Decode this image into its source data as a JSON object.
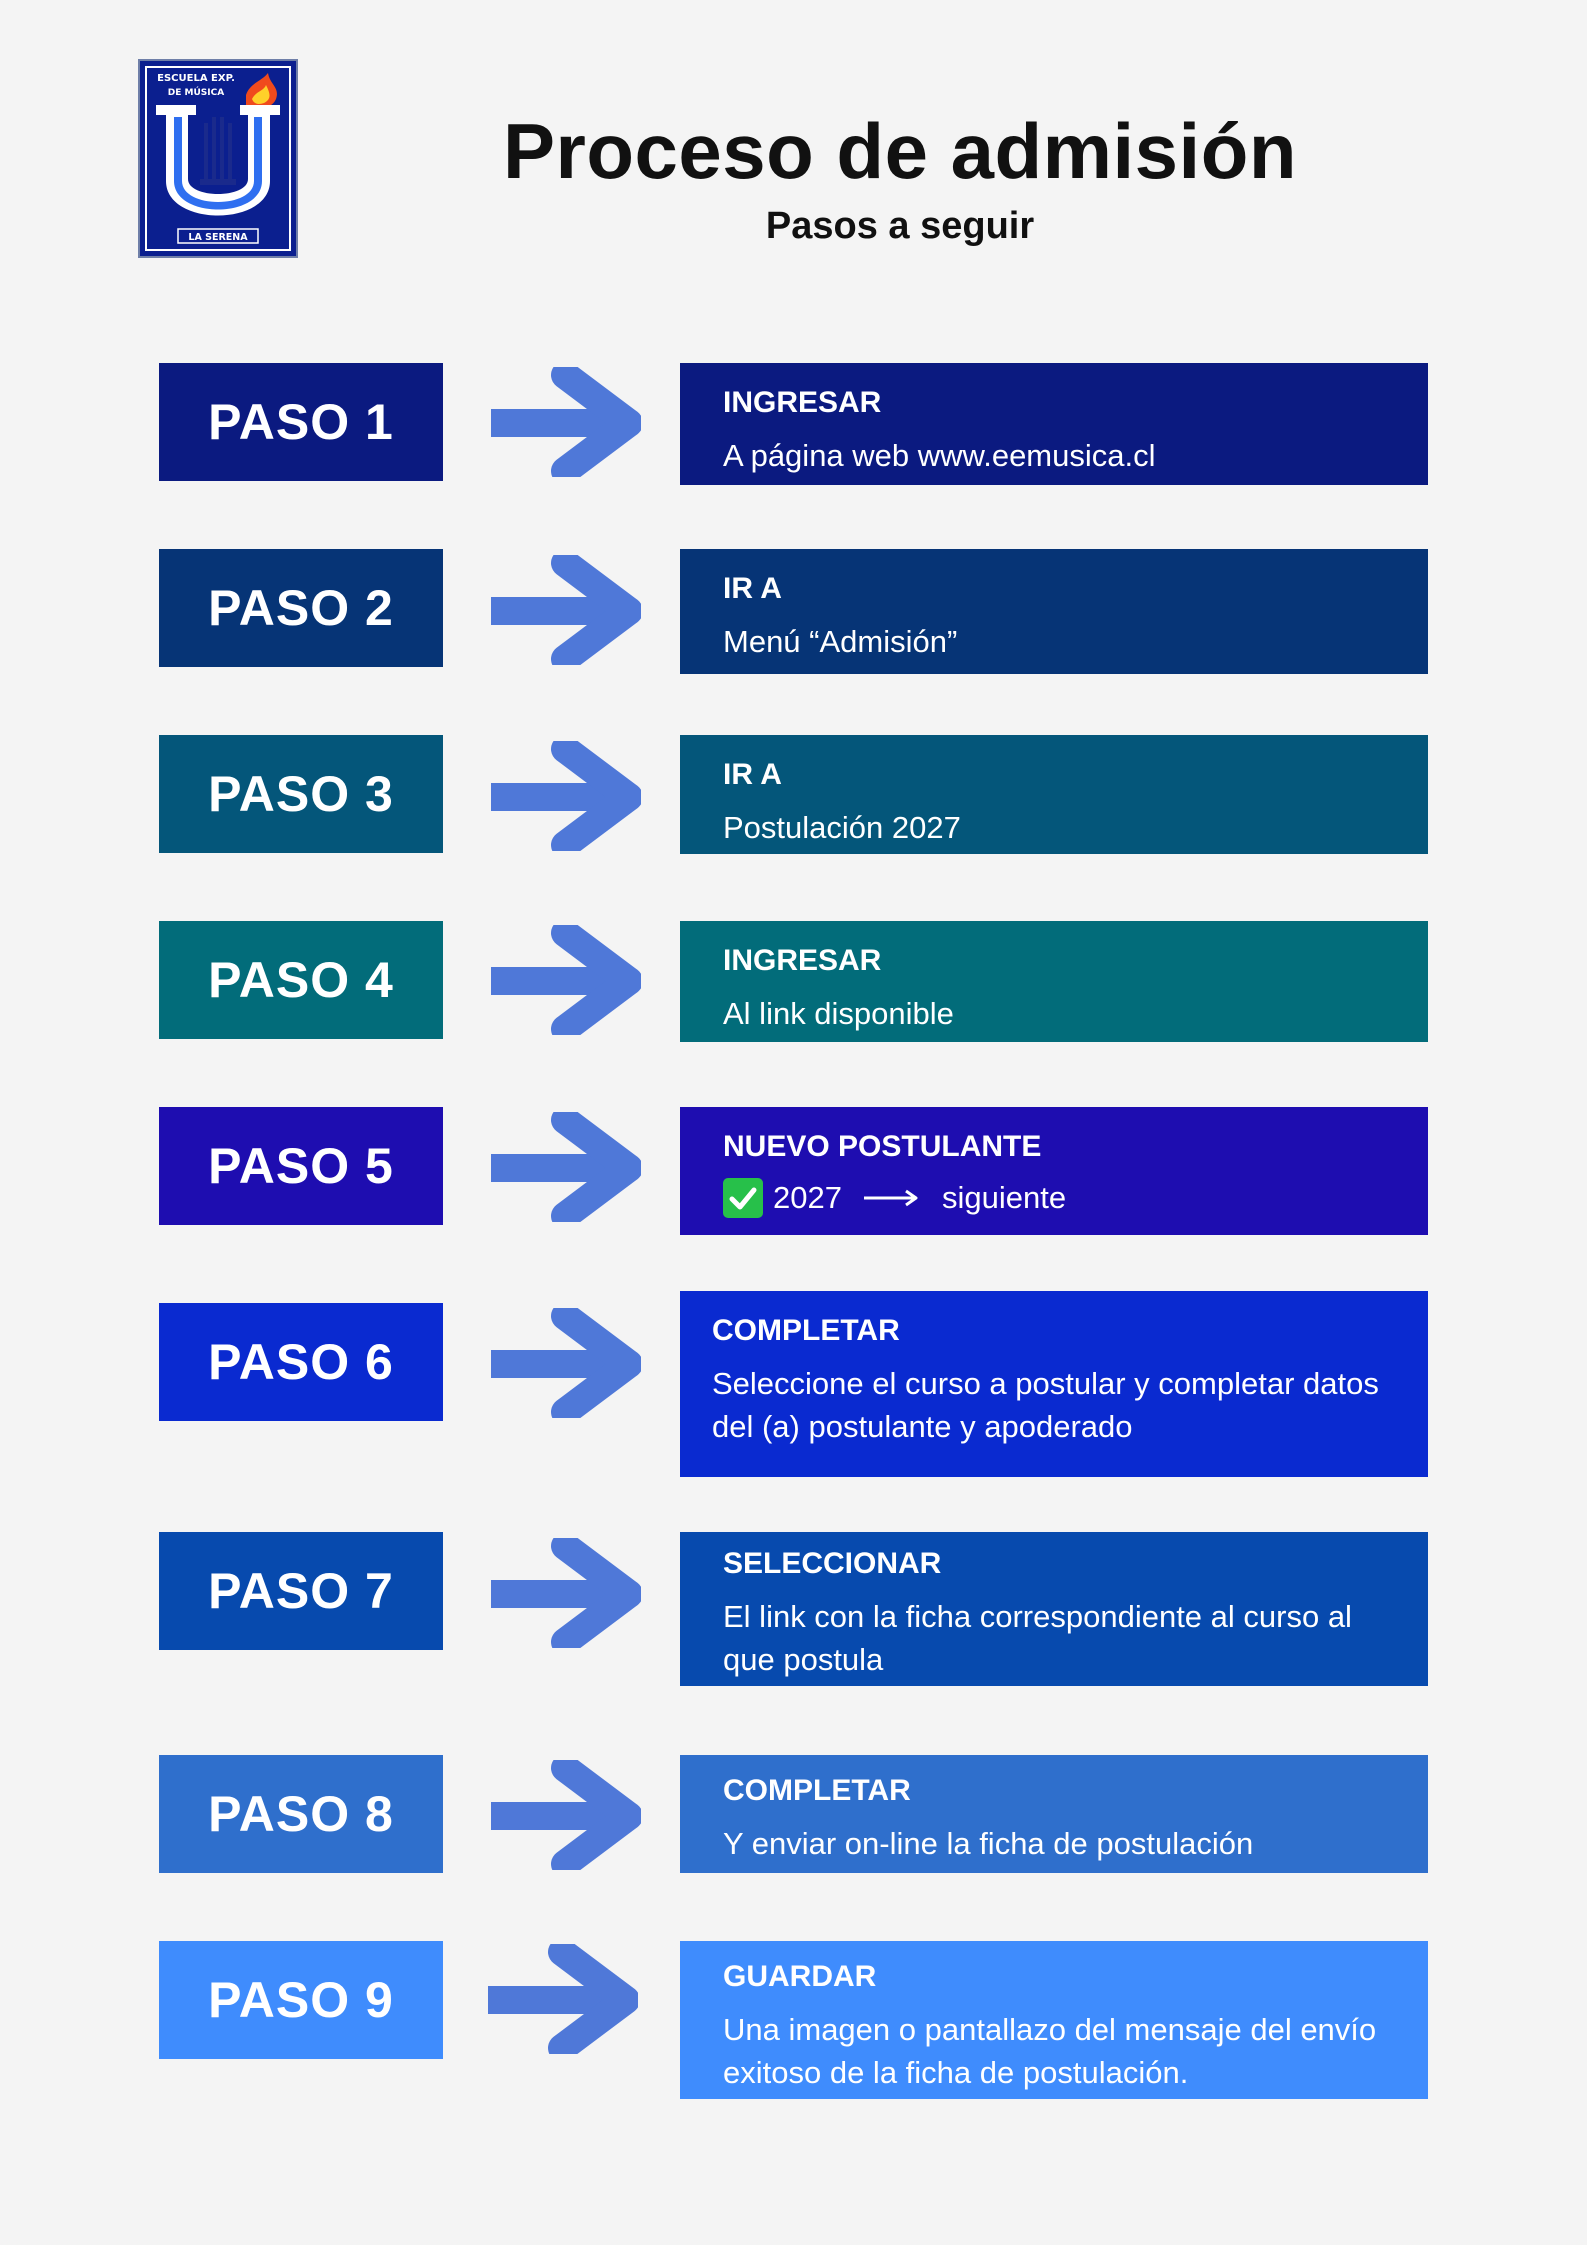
{
  "logo": {
    "top_text": "ESCUELA EXP.",
    "top_text_2": "DE MÚSICA",
    "bottom_text": "LA SERENA",
    "colors": {
      "background": "#0b1f8f",
      "accent": "#2f6ff0",
      "flame": "#f04a1d"
    }
  },
  "header": {
    "title": "Proceso de admisión",
    "subtitle": "Pasos a seguir"
  },
  "steps": [
    {
      "label": "PASO 1",
      "label_color": "#0b1a80",
      "card_color": "#0b1a80",
      "card_title": "INGRESAR",
      "card_text": "A página web www.eemusica.cl"
    },
    {
      "label": "PASO 2",
      "label_color": "#063476",
      "card_color": "#063476",
      "card_title": "IR A",
      "card_text": "Menú “Admisión”"
    },
    {
      "label": "PASO 3",
      "label_color": "#04567a",
      "card_color": "#04567a",
      "card_title": "IR A",
      "card_text": "Postulación 2027"
    },
    {
      "label": "PASO 4",
      "label_color": "#026c7a",
      "card_color": "#026c7a",
      "card_title": "INGRESAR",
      "card_text": "Al link disponible"
    },
    {
      "label": "PASO 5",
      "label_color": "#1e0db0",
      "card_color": "#1e0db0",
      "card_title": "NUEVO POSTULANTE",
      "card_year": "2027",
      "card_next": "siguiente"
    },
    {
      "label": "PASO 6",
      "label_color": "#0a2ad0",
      "card_color": "#0a2ad0",
      "card_title": "COMPLETAR",
      "card_text": "Seleccione el curso a postular y completar datos del (a) postulante y apoderado"
    },
    {
      "label": "PASO 7",
      "label_color": "#074aae",
      "card_color": "#074aae",
      "card_title": "SELECCIONAR",
      "card_text": "El link con la ficha correspondiente al curso al que postula"
    },
    {
      "label": "PASO 8",
      "label_color": "#2f6fcc",
      "card_color": "#2f6fcc",
      "card_title": "COMPLETAR",
      "card_text": "Y enviar on-line la ficha de postulación"
    },
    {
      "label": "PASO 9",
      "label_color": "#3f8cfd",
      "card_color": "#3f8cfd",
      "card_title": "GUARDAR",
      "card_text": "Una imagen o pantallazo del mensaje del envío exitoso de la ficha de postulación."
    }
  ],
  "arrow_color": "#4f78d8",
  "icons": {
    "step_arrow": "arrow-right-icon",
    "checkmark": "checkbox-checked-icon",
    "line_arrow": "long-arrow-right-icon"
  }
}
